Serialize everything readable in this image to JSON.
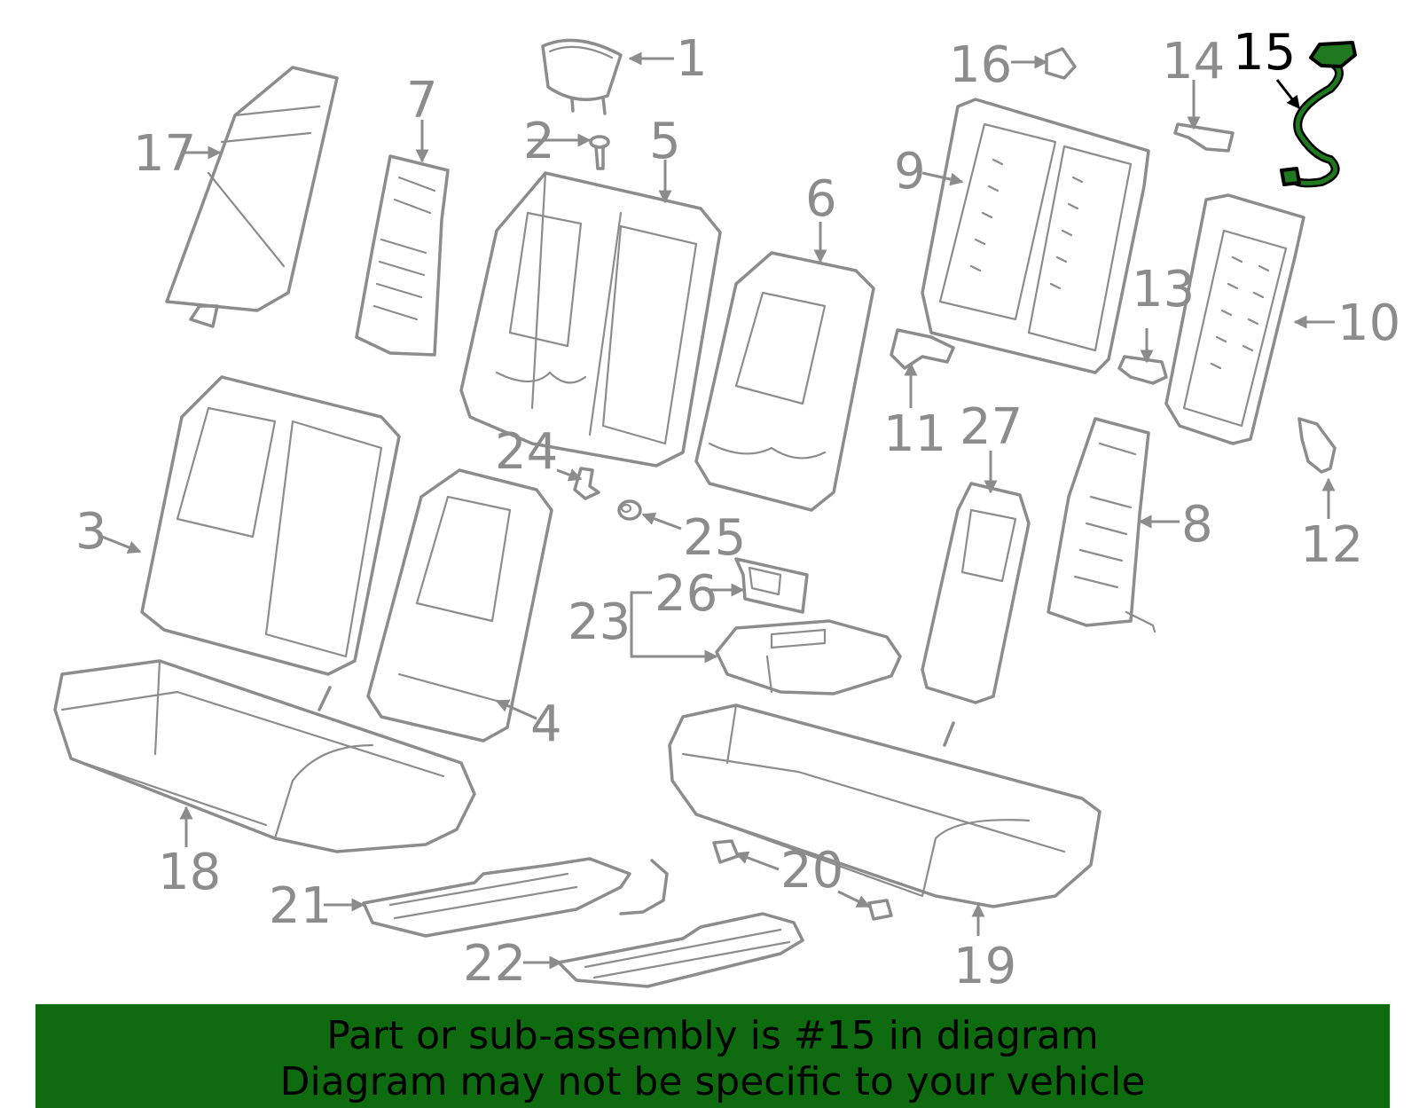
{
  "diagram": {
    "callouts": [
      "1",
      "2",
      "3",
      "4",
      "5",
      "6",
      "7",
      "8",
      "9",
      "10",
      "11",
      "12",
      "13",
      "14",
      "15",
      "16",
      "17",
      "18",
      "19",
      "20",
      "21",
      "22",
      "23",
      "24",
      "25",
      "26",
      "27"
    ],
    "highlighted_part": "15",
    "colors": {
      "line": "#8c8c8c",
      "highlight": "#1f7a1f",
      "banner": "#0f6b0f"
    }
  },
  "banner": {
    "line1": "Part or sub-assembly is #15 in diagram",
    "line2": "Diagram may not be specific to your vehicle"
  }
}
